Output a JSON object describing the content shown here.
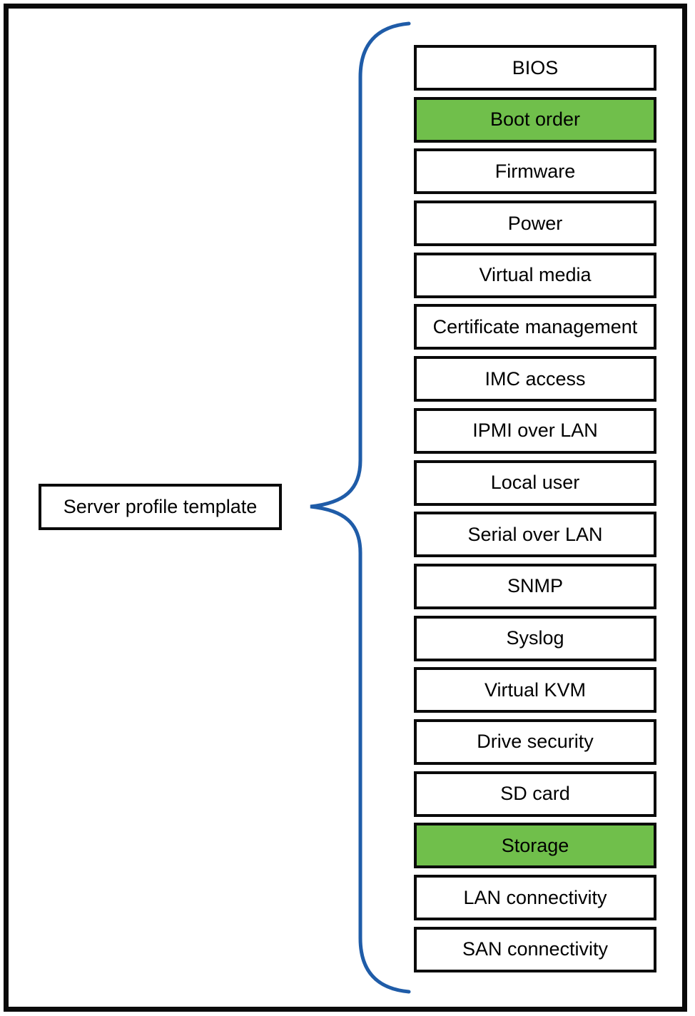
{
  "diagram": {
    "root_label": "Server profile template",
    "colors": {
      "highlight_green": "#70bf4b",
      "brace_blue": "#1f5ca8",
      "box_border": "#0a0a0a"
    },
    "policies": [
      {
        "label": "BIOS",
        "highlighted": false
      },
      {
        "label": "Boot order",
        "highlighted": true
      },
      {
        "label": "Firmware",
        "highlighted": false
      },
      {
        "label": "Power",
        "highlighted": false
      },
      {
        "label": "Virtual media",
        "highlighted": false
      },
      {
        "label": "Certificate management",
        "highlighted": false
      },
      {
        "label": "IMC access",
        "highlighted": false
      },
      {
        "label": "IPMI over LAN",
        "highlighted": false
      },
      {
        "label": "Local user",
        "highlighted": false
      },
      {
        "label": "Serial over LAN",
        "highlighted": false
      },
      {
        "label": "SNMP",
        "highlighted": false
      },
      {
        "label": "Syslog",
        "highlighted": false
      },
      {
        "label": "Virtual KVM",
        "highlighted": false
      },
      {
        "label": "Drive security",
        "highlighted": false
      },
      {
        "label": "SD card",
        "highlighted": false
      },
      {
        "label": "Storage",
        "highlighted": true
      },
      {
        "label": "LAN connectivity",
        "highlighted": false
      },
      {
        "label": "SAN connectivity",
        "highlighted": false
      }
    ]
  }
}
